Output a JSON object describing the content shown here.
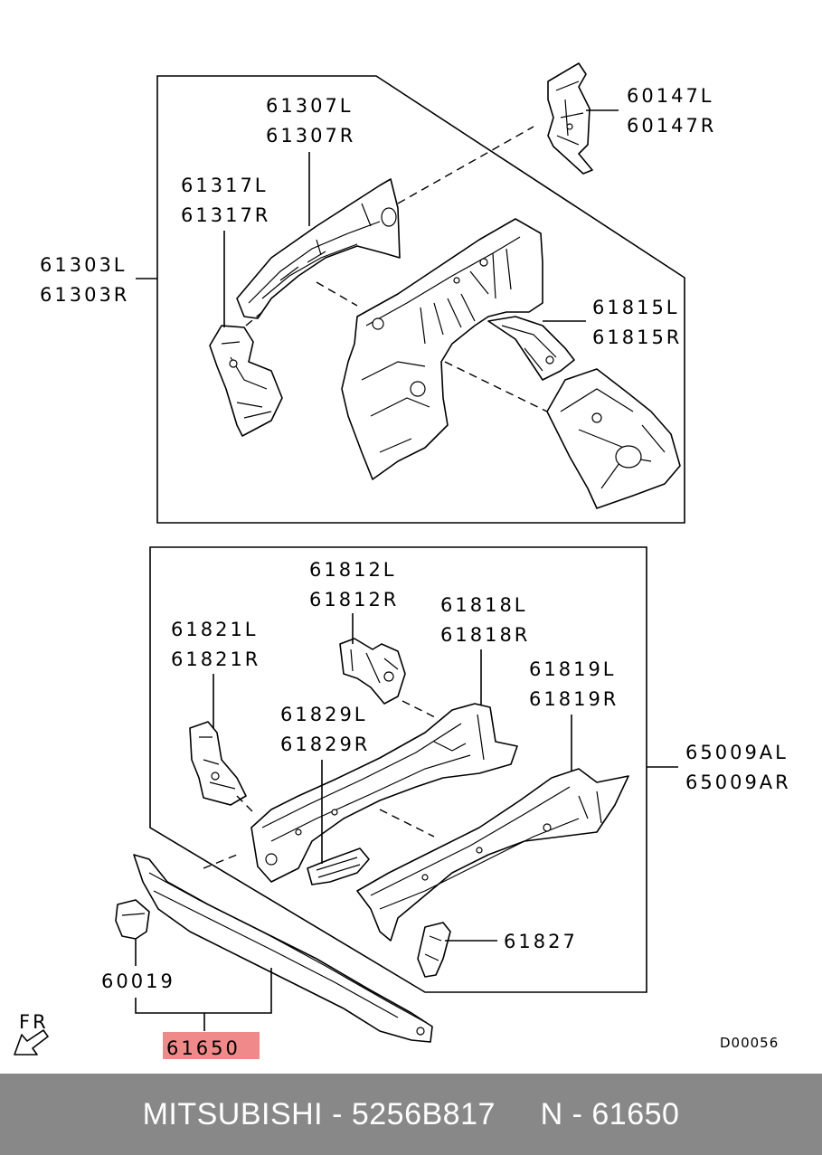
{
  "labels": {
    "p61307": [
      "61307L",
      "61307R"
    ],
    "p60147": [
      "60147L",
      "60147R"
    ],
    "p61317": [
      "61317L",
      "61317R"
    ],
    "p61303": [
      "61303L",
      "61303R"
    ],
    "p61815": [
      "61815L",
      "61815R"
    ],
    "p61812": [
      "61812L",
      "61812R"
    ],
    "p61818": [
      "61818L",
      "61818R"
    ],
    "p61821": [
      "61821L",
      "61821R"
    ],
    "p61819": [
      "61819L",
      "61819R"
    ],
    "p61829": [
      "61829L",
      "61829R"
    ],
    "p65009": [
      "65009AL",
      "65009AR"
    ],
    "p61827": "61827",
    "p60019": "60019",
    "p61650": "61650"
  },
  "highlight_color": "#f08a8a",
  "footer_bg": "#888888",
  "direction_label": "FR",
  "drawing_code": "D00056",
  "footer_text": "MITSUBISHI - 5256B817     N - 61650"
}
